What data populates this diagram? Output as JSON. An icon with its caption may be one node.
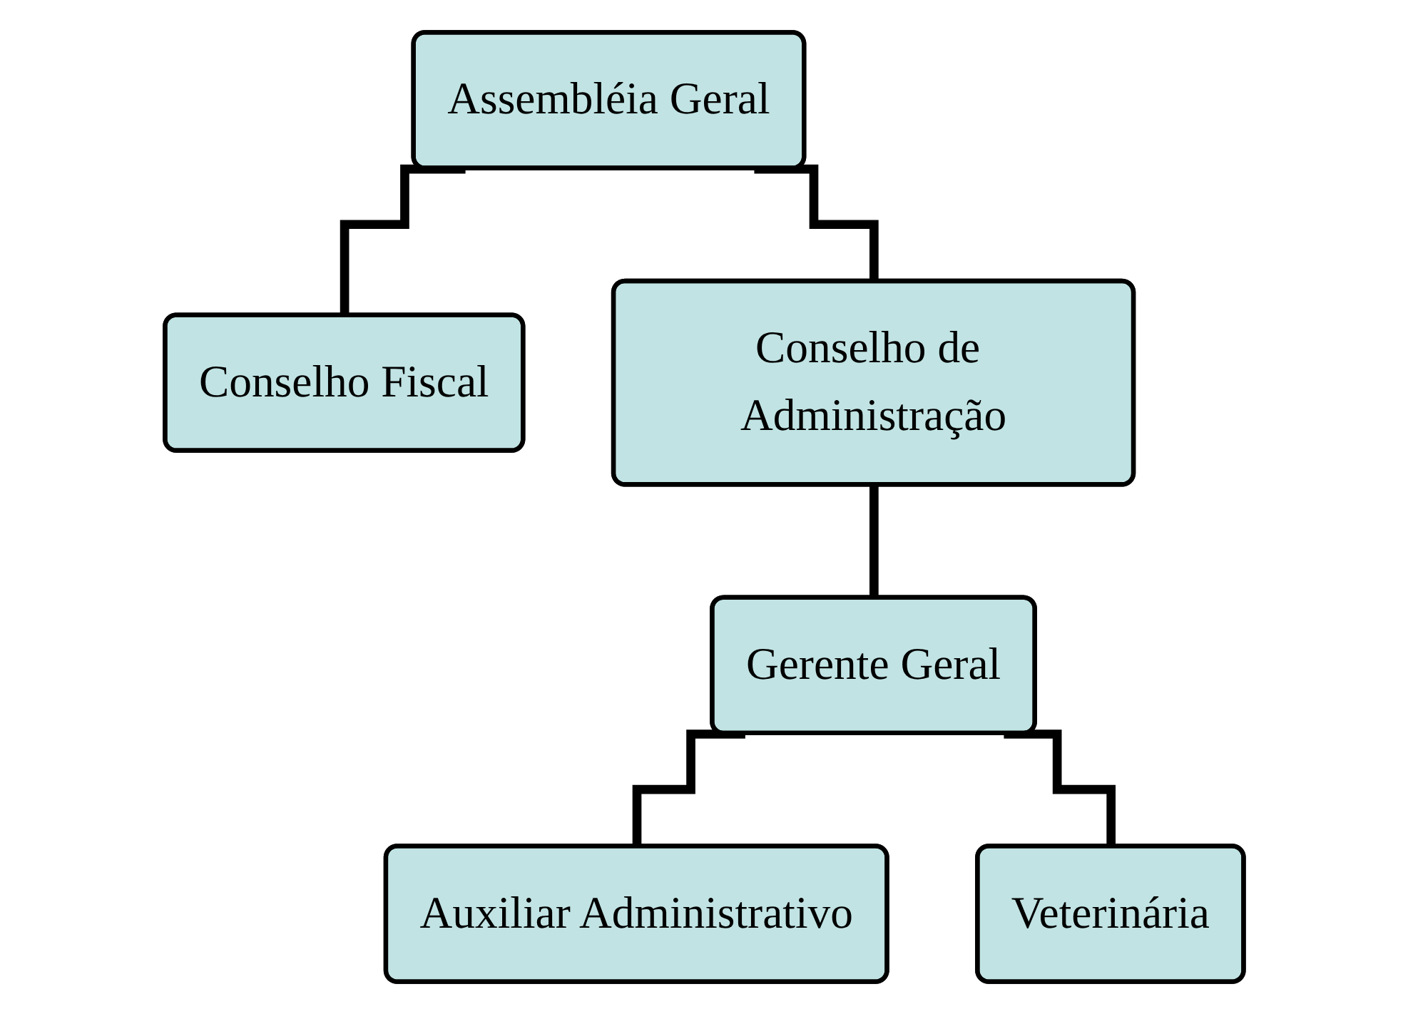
{
  "diagram": {
    "nodes": [
      {
        "text": [
          "Assembléia Geral"
        ]
      },
      {
        "text": [
          "Conselho Fiscal"
        ]
      },
      {
        "text": [
          "Conselho de Administração"
        ]
      },
      {
        "text": [
          "Gerente Geral"
        ]
      },
      {
        "text": [
          "Auxiliar Administrativo"
        ]
      },
      {
        "text": [
          "Veterinária"
        ]
      }
    ],
    "edges": [
      {
        "from": 0,
        "to": 1,
        "arrow": "none"
      },
      {
        "from": 0,
        "to": 2,
        "arrow": "none"
      },
      {
        "from": 2,
        "to": 3,
        "arrow": "none"
      },
      {
        "from": 3,
        "to": 4,
        "arrow": "none"
      },
      {
        "from": 3,
        "to": 5,
        "arrow": "none"
      }
    ]
  }
}
